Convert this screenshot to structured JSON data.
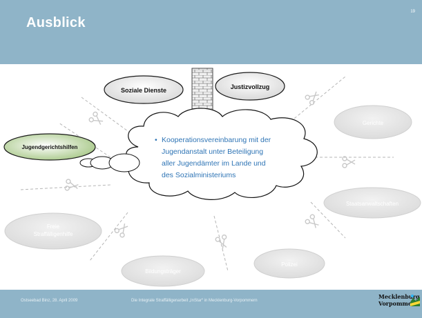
{
  "slide": {
    "title": "Ausblick",
    "number": "19"
  },
  "entities": {
    "soziale_dienste": "Soziale Dienste",
    "justizvollzug": "Justizvollzug",
    "jugendgerichtshilfen": "Jugendgerichtshilfen",
    "gerichte": "Gerichte",
    "staatsanwaltschaften": "Staatsanwaltschaften",
    "polizei": "Polizei",
    "bildungstraeger": "Bildungsträger",
    "freie_straffaelligenhilfe_line1": "Freie",
    "freie_straffaelligenhilfe_line2": "Straffälligenhilfe"
  },
  "cloud": {
    "bullet": "•",
    "lines": [
      "Kooperationsvereinbarung mit der",
      "Jugendanstalt unter Beteiligung",
      "aller Jugendämter im Lande und",
      "des Sozialministeriums"
    ]
  },
  "footer": {
    "left": "Ostseebad Binz, 28. April 2009",
    "center": "Die Integrale Straffälligenarbeit „InStar“ in Mecklenburg-Vorpommern",
    "logo_line1": "Mecklenburg",
    "logo_line2": "Vorpommern"
  },
  "colors": {
    "header_band": "#8fb4c8",
    "cloud_text": "#2e74b5",
    "active_ellipse_gradient": "#f2f2f2",
    "inactive_ellipse": "#e6e6e6",
    "jugendgerichtshilfen_gradient_end": "#a9c98a"
  }
}
